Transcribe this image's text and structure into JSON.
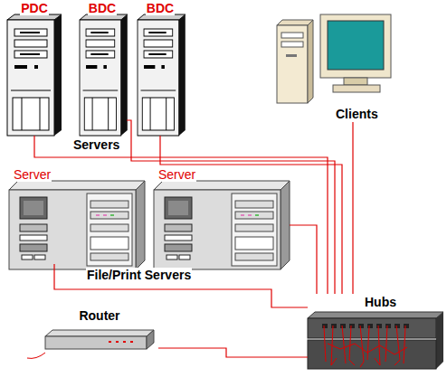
{
  "diagram": {
    "nodes": [
      {
        "text": [
          "PDC"
        ]
      },
      {
        "text": [
          "BDC"
        ]
      },
      {
        "text": [
          "BDC"
        ]
      },
      {
        "text": [
          "Clients"
        ]
      },
      {
        "text": [
          "Server"
        ]
      },
      {
        "text": [
          "Server"
        ]
      },
      {
        "text": [
          "Hubs"
        ]
      },
      {
        "text": [
          "Router"
        ]
      }
    ],
    "edges": [
      {
        "from": 0,
        "to": 6,
        "arrow": "none"
      },
      {
        "from": 1,
        "to": 6,
        "arrow": "none"
      },
      {
        "from": 2,
        "to": 6,
        "arrow": "none"
      },
      {
        "from": 3,
        "to": 6,
        "arrow": "none"
      },
      {
        "from": 4,
        "to": 6,
        "arrow": "none"
      },
      {
        "from": 5,
        "to": 6,
        "arrow": "none"
      },
      {
        "from": 7,
        "to": 6,
        "arrow": "none"
      }
    ],
    "labels": [
      "Servers",
      "File/Print Servers"
    ]
  }
}
